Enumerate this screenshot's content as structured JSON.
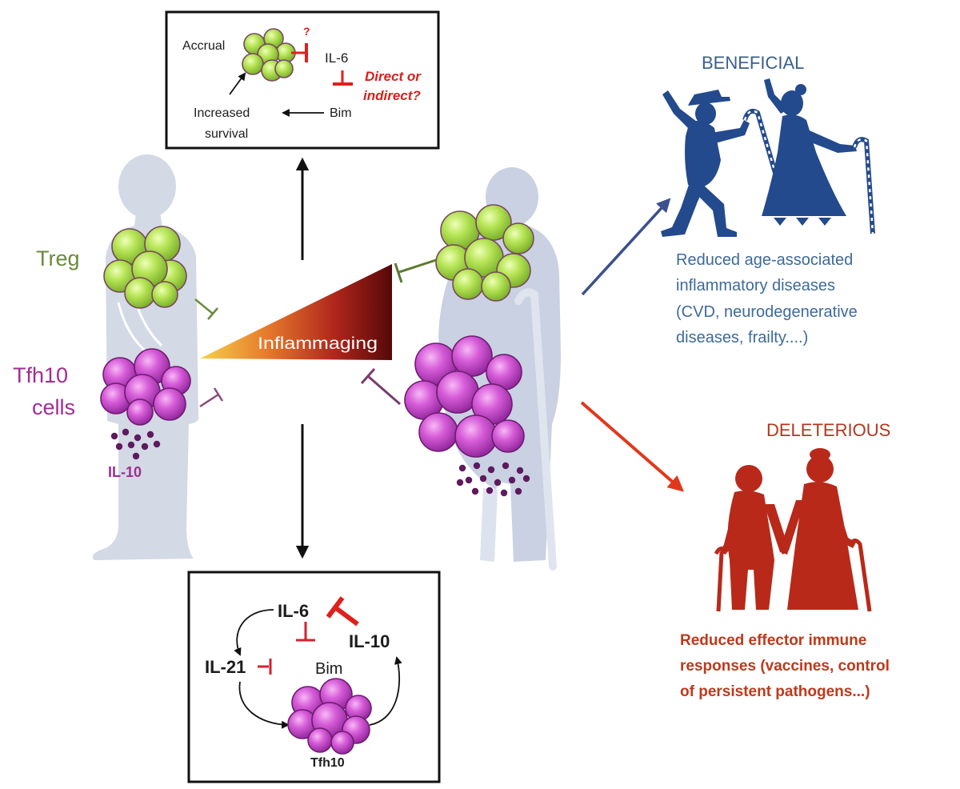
{
  "top_box": {
    "accrual": "Accrual",
    "question_mark": "?",
    "il6": "IL-6",
    "direct_line1": "Direct or",
    "direct_line2": "indirect?",
    "increased_line1": "Increased",
    "increased_line2": "survival",
    "bim": "Bim"
  },
  "young_individual": {
    "treg_label": "Treg",
    "tfh10_label_line1": "Tfh10",
    "tfh10_label_line2": "cells",
    "il10_label": "IL-10"
  },
  "center": {
    "inflammaging_label": "Inflammaging"
  },
  "beneficial": {
    "title": "BENEFICIAL",
    "lines": [
      "Reduced age-associated",
      "inflammatory diseases",
      "(CVD, neurodegenerative",
      "diseases, frailty....)"
    ]
  },
  "deleterious": {
    "title": "DELETERIOUS",
    "lines": [
      "Reduced effector immune",
      "responses (vaccines, control",
      "of persistent pathogens...)"
    ]
  },
  "bottom_box": {
    "il6": "IL-6",
    "il10": "IL-10",
    "il21": "IL-21",
    "bim": "Bim",
    "tfh10": "Tfh10"
  },
  "colors": {
    "treg_green": "#a8dc4a",
    "tfh10_magenta": "#d050d8",
    "beneficial_blue": "#234a8c",
    "deleterious_red": "#b8291a",
    "inhibition_red": "#e0201c",
    "silhouette_gray": "#d3d9e5"
  },
  "icons": {
    "young_person": "person-silhouette",
    "elderly_person": "elderly-person-with-cane-silhouette",
    "beneficial": "dancing-elderly-couple-icon",
    "deleterious": "elderly-couple-holding-hands-icon"
  }
}
